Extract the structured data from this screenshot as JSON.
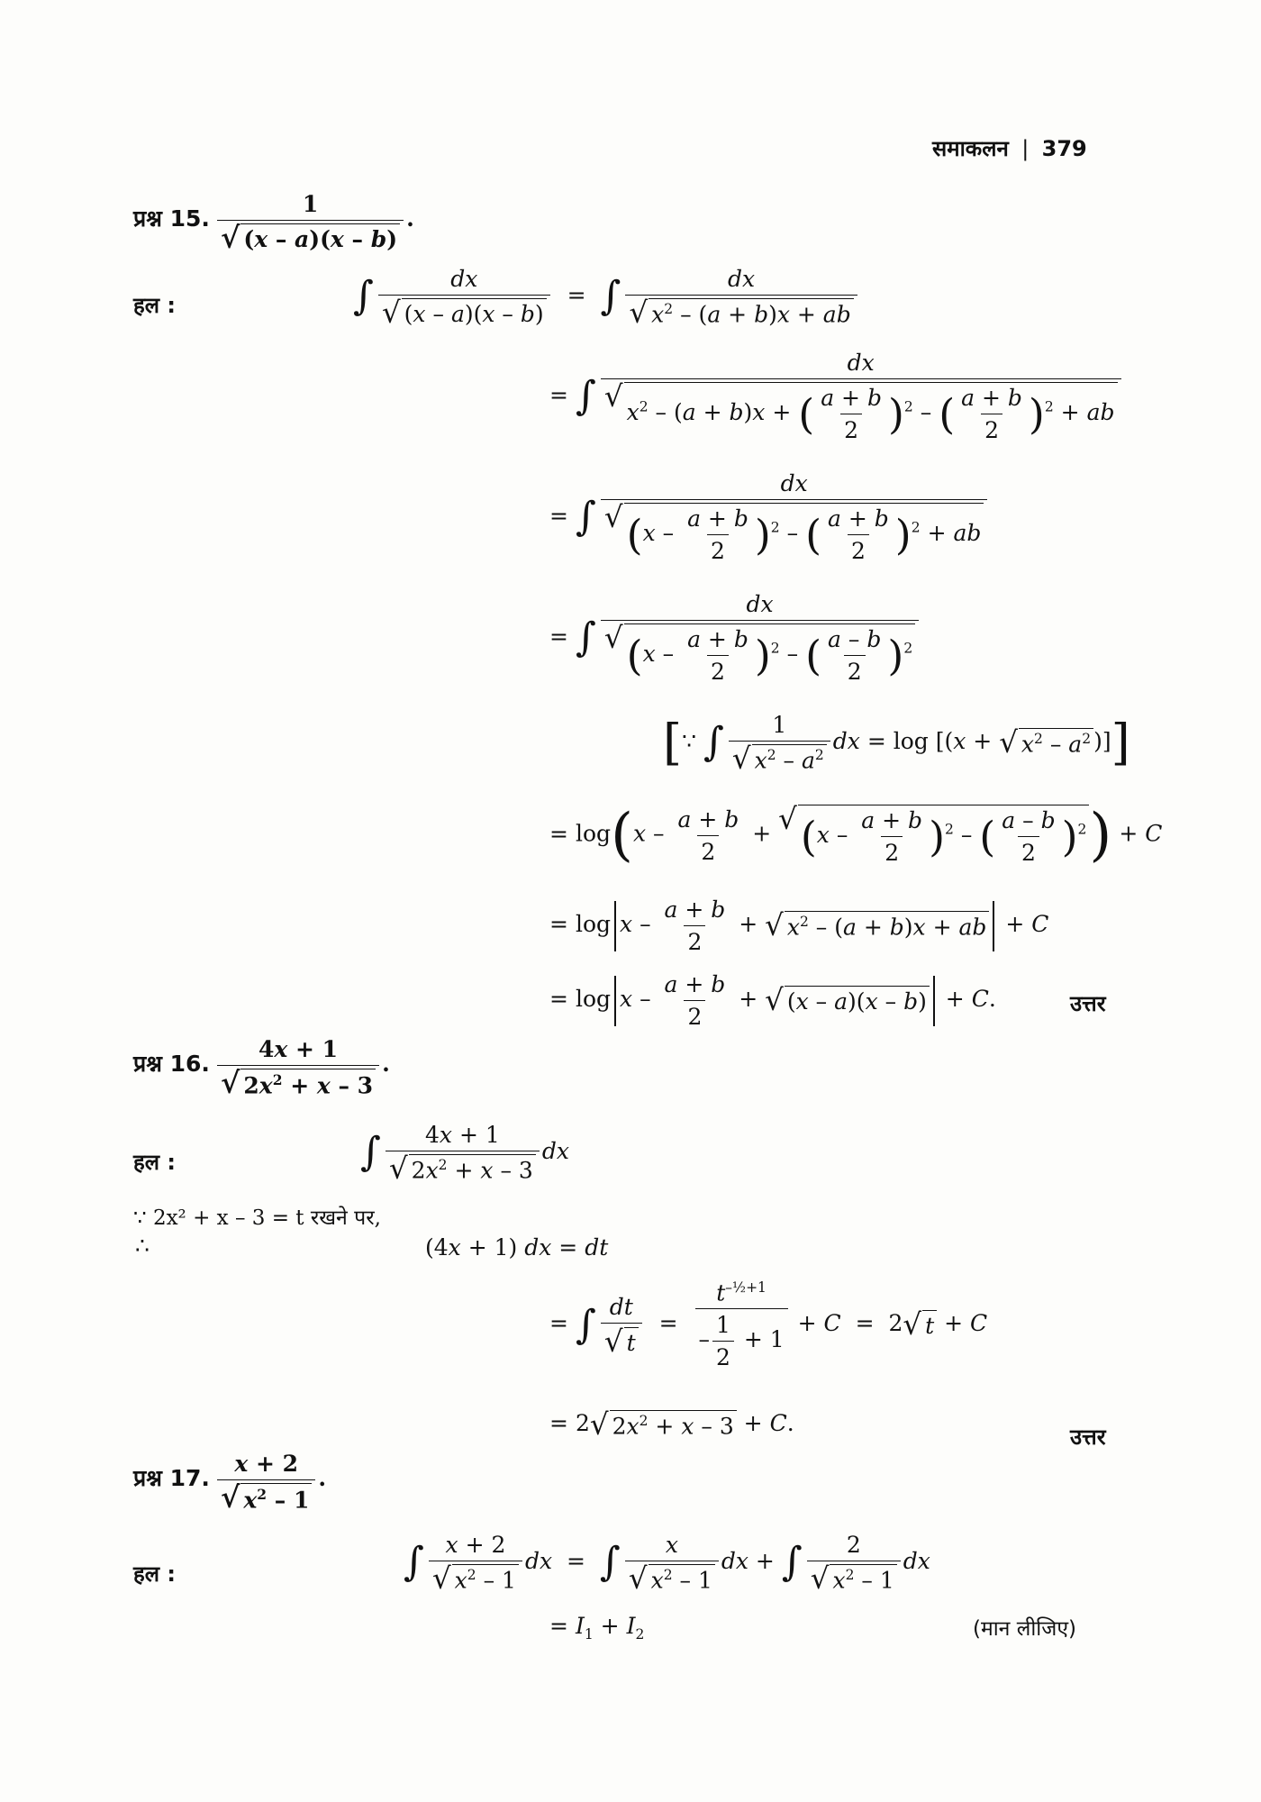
{
  "header": {
    "title": "समाकलन",
    "separator": "|",
    "page_number": "379"
  },
  "q15": {
    "label": "प्रश्न 15.",
    "hal": "हल :",
    "answer": "उत्तर",
    "note_prefix": "∵"
  },
  "q16": {
    "label": "प्रश्न 16.",
    "hal": "हल :",
    "sub_line": "∵ 2x² + x – 3 = t रखने पर,",
    "therefore": "∴",
    "answer": "उत्तर"
  },
  "q17": {
    "label": "प्रश्न 17.",
    "hal": "हल :",
    "maan_lijiye": "(मान लीजिए)"
  }
}
